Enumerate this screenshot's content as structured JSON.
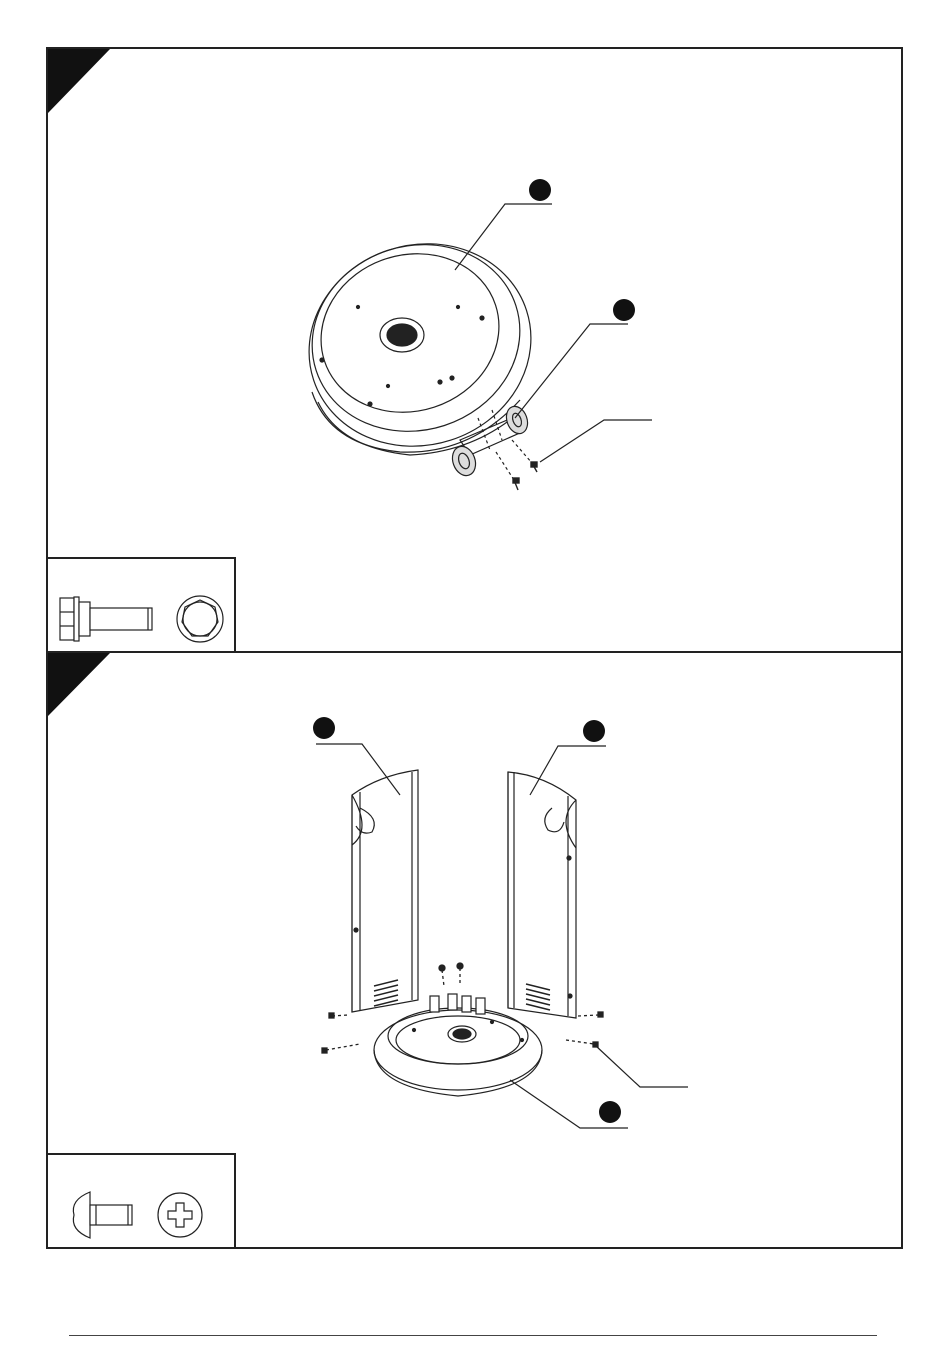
{
  "document": {
    "type": "assembly-instructions",
    "steps": [
      {
        "name": "step-1",
        "callouts": [
          {
            "name": "base-callout",
            "label": ""
          },
          {
            "name": "wheel-assembly-callout",
            "label": ""
          },
          {
            "name": "bolt-callout",
            "label": ""
          }
        ],
        "hardware": [
          {
            "name": "hex-bolt",
            "icon": "hex-bolt-icon"
          },
          {
            "name": "hex-head",
            "icon": "hex-head-end-icon"
          }
        ]
      },
      {
        "name": "step-2",
        "callouts": [
          {
            "name": "left-shield-callout",
            "label": ""
          },
          {
            "name": "right-shield-callout",
            "label": ""
          },
          {
            "name": "screw-callout",
            "label": ""
          },
          {
            "name": "base-callout",
            "label": ""
          }
        ],
        "hardware": [
          {
            "name": "phillips-screw",
            "icon": "screw-side-icon"
          },
          {
            "name": "phillips-head",
            "icon": "phillips-head-icon"
          }
        ]
      }
    ]
  }
}
